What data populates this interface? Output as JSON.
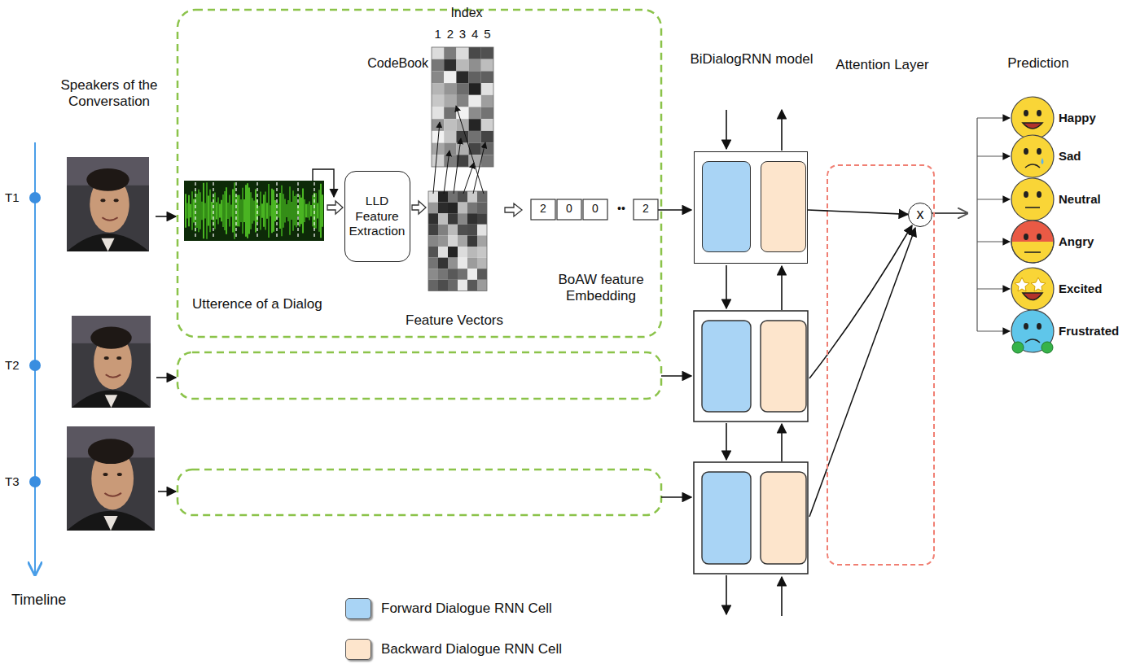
{
  "diagram": {
    "nodes": [
      {
        "text": [
          "LLD Feature Extraction"
        ]
      },
      {
        "text": [
          "BiDialogRNN model"
        ]
      },
      {
        "text": [
          "Attention Layer"
        ]
      },
      {
        "text": [
          "x"
        ],
        "in": 2
      }
    ],
    "edges": [
      {
        "from": 1,
        "to": 3,
        "arrow": "to"
      }
    ],
    "labels": [
      "Speakers of the Conversation",
      "T1",
      "T2",
      "T3",
      "Timeline",
      "Utterence of a Dialog",
      "CodeBook",
      "Index",
      "1",
      "2",
      "3",
      "4",
      "5",
      "Feature Vectors",
      "2",
      "0",
      "0",
      "••",
      "2",
      "BoAW feature Embedding",
      "Prediction",
      "Happy",
      "Sad",
      "Neutral",
      "Angry",
      "Excited",
      "Frustrated"
    ],
    "legend": [
      {
        "text": "Forward Dialogue RNN Cell",
        "color": "#a9d4f5"
      },
      {
        "text": "Backward Dialogue RNN Cell",
        "color": "#fde5cc"
      }
    ]
  }
}
